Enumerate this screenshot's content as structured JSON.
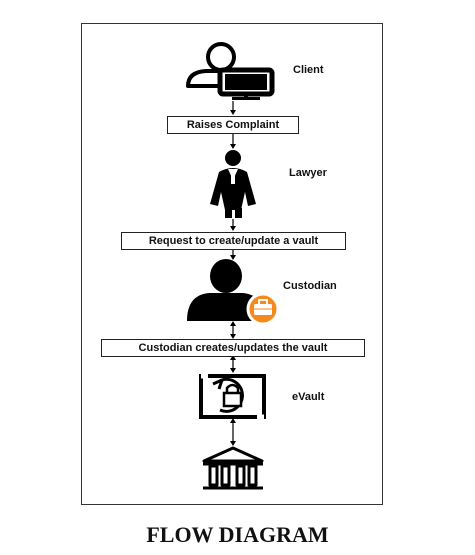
{
  "nodes": {
    "client": "Client",
    "lawyer": "Lawyer",
    "custodian": "Custodian",
    "evault": "eVault"
  },
  "steps": {
    "raises_complaint": "Raises Complaint",
    "request_vault": "Request to create/update a vault",
    "custodian_creates": "Custodian creates/updates the vault"
  },
  "footer": {
    "title": "FLOW DIAGRAM"
  },
  "icons": [
    "client-computer-icon",
    "lawyer-icon",
    "custodian-briefcase-icon",
    "evault-safe-icon",
    "bank-icon"
  ],
  "colors": {
    "badge": "#f28a1e",
    "ink": "#000000"
  }
}
